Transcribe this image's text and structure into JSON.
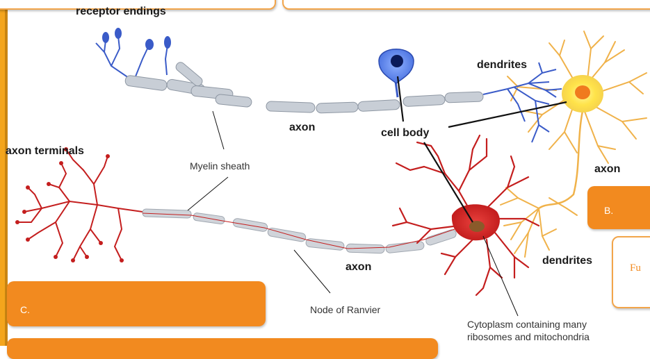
{
  "labels": {
    "receptor_endings": "receptor endings",
    "dendrites_top": "dendrites",
    "axon_top": "axon",
    "cell_body": "cell body",
    "axon_terminals": "axon terminals",
    "myelin_sheath": "Myelin sheath",
    "axon_right": "axon",
    "axon_bottom": "axon",
    "dendrites_bottom": "dendrites",
    "node_of_ranvier": "Node of Ranvier",
    "cytoplasm_line1": "Cytoplasm containing many",
    "cytoplasm_line2": "ribosomes and mitochondria"
  },
  "answer_boxes": {
    "b": "B.",
    "c": "C.",
    "fu": "Fu"
  },
  "colors": {
    "sensory_neuron": "#3a5bc8",
    "motor_neuron": "#c41e1e",
    "interneuron": "#f0b24a",
    "myelin": "#c8ced6",
    "box_fill": "#f28a1f"
  }
}
